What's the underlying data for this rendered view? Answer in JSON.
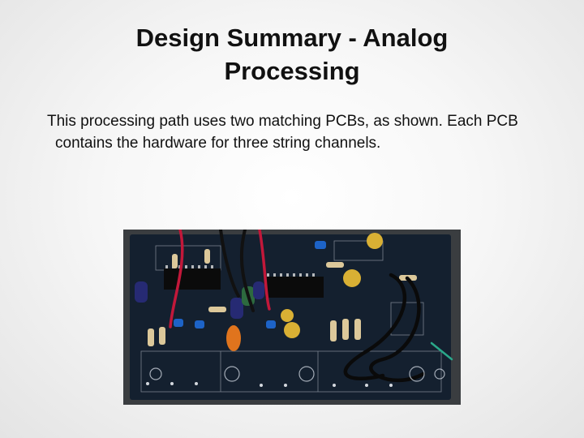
{
  "slide": {
    "title_line1": "Design Summary - Analog",
    "title_line2": "Processing",
    "body": "This processing path uses two matching PCBs, as shown. Each PCB contains the hardware for three string channels."
  },
  "photo": {
    "subject": "pcb-photo",
    "board_color": "#15202f",
    "silkscreen_color": "#d8dde6"
  }
}
